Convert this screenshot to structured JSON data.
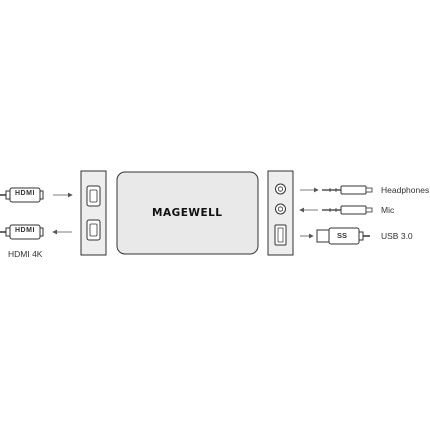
{
  "device": {
    "brand": "MAGEWELL"
  },
  "left_connectors": [
    {
      "icon": "hdmi-cable-icon",
      "plug_label": "HDMI",
      "direction": "in"
    },
    {
      "icon": "hdmi-cable-icon",
      "plug_label": "HDMI",
      "direction": "out"
    }
  ],
  "left_label": "HDMI 4K",
  "right_connectors": [
    {
      "icon": "audio-jack-icon",
      "label": "Headphones"
    },
    {
      "icon": "audio-jack-icon",
      "label": "Mic"
    },
    {
      "icon": "usb-plug-icon",
      "label": "USB 3.0",
      "plug_label": "SS"
    }
  ],
  "colors": {
    "line": "#333333",
    "panel_fill": "#eeeeee",
    "device_fill": "#e9e9e9"
  }
}
